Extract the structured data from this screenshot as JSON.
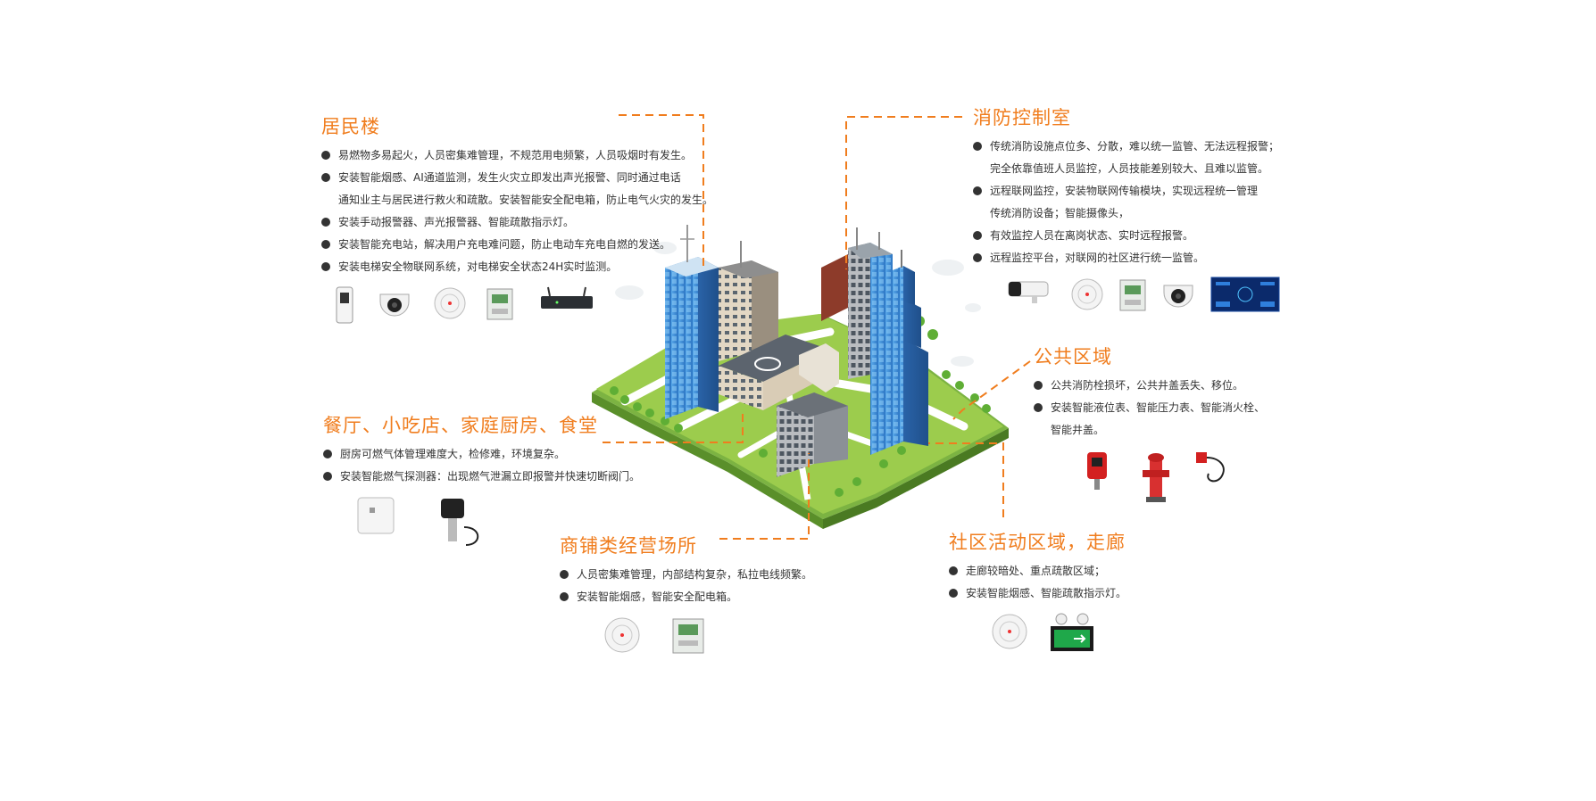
{
  "sections": {
    "residential": {
      "title": "居民楼",
      "items": [
        {
          "text": "易燃物多易起火，人员密集难管理，不规范用电频繁，人员吸烟时有发生。",
          "bullet": true
        },
        {
          "text": "安装智能烟感、AI通道监测，发生火灾立即发出声光报警、同时通过电话",
          "bullet": true
        },
        {
          "text": "通知业主与居民进行救火和疏散。安装智能安全配电箱，防止电气火灾的发生。",
          "bullet": false
        },
        {
          "text": "安装手动报警器、声光报警器、智能疏散指示灯。",
          "bullet": true
        },
        {
          "text": "安装智能充电站，解决用户充电难问题，防止电动车充电自燃的发送。",
          "bullet": true
        },
        {
          "text": "安装电梯安全物联网系统，对电梯安全状态24H实时监测。",
          "bullet": true
        }
      ],
      "devices": [
        "charging-station-icon",
        "dome-camera-icon",
        "smoke-detector-icon",
        "power-box-icon",
        "iot-gateway-icon"
      ]
    },
    "control_room": {
      "title": "消防控制室",
      "items": [
        {
          "text": "传统消防设施点位多、分散，难以统一监管、无法远程报警；",
          "bullet": true
        },
        {
          "text": "完全依靠值班人员监控，人员技能差别较大、且难以监管。",
          "bullet": false
        },
        {
          "text": "远程联网监控，安装物联网传输模块，实现远程统一管理",
          "bullet": true
        },
        {
          "text": "传统消防设备；智能摄像头，",
          "bullet": false
        },
        {
          "text": "有效监控人员在离岗状态、实时远程报警。",
          "bullet": true
        },
        {
          "text": "远程监控平台，对联网的社区进行统一监管。",
          "bullet": true
        }
      ],
      "devices": [
        "bullet-camera-icon",
        "smoke-detector-icon",
        "power-box-icon",
        "dome-camera-icon",
        "monitor-platform-icon"
      ]
    },
    "public": {
      "title": "公共区域",
      "items": [
        {
          "text": "公共消防栓损坏，公共井盖丢失、移位。",
          "bullet": true
        },
        {
          "text": "安装智能液位表、智能压力表、智能消火栓、",
          "bullet": true
        },
        {
          "text": "智能井盖。",
          "bullet": false
        }
      ],
      "devices": [
        "level-gauge-icon",
        "fire-hydrant-icon",
        "pressure-sensor-icon"
      ]
    },
    "restaurant": {
      "title": "餐厅、小吃店、家庭厨房、食堂",
      "items": [
        {
          "text": "厨房可燃气体管理难度大，检修难，环境复杂。",
          "bullet": true
        },
        {
          "text": "安装智能燃气探测器：出现燃气泄漏立即报警并快速切断阀门。",
          "bullet": true
        }
      ],
      "devices": [
        "gas-detector-icon",
        "valve-manipulator-icon"
      ]
    },
    "shops": {
      "title": "商铺类经营场所",
      "items": [
        {
          "text": "人员密集难管理，内部结构复杂，私拉电线频繁。",
          "bullet": true
        },
        {
          "text": "安装智能烟感，智能安全配电箱。",
          "bullet": true
        }
      ],
      "devices": [
        "smoke-detector-icon",
        "power-box-icon"
      ]
    },
    "community": {
      "title": "社区活动区域，走廊",
      "items": [
        {
          "text": "走廊较暗处、重点疏散区域；",
          "bullet": true
        },
        {
          "text": "安装智能烟感、智能疏散指示灯。",
          "bullet": true
        }
      ],
      "devices": [
        "smoke-detector-icon",
        "exit-sign-icon"
      ]
    }
  },
  "colors": {
    "accent": "#f07d1e",
    "text": "#333333",
    "grass": "#8cc63f",
    "building_blue": "#3d8fd6"
  }
}
